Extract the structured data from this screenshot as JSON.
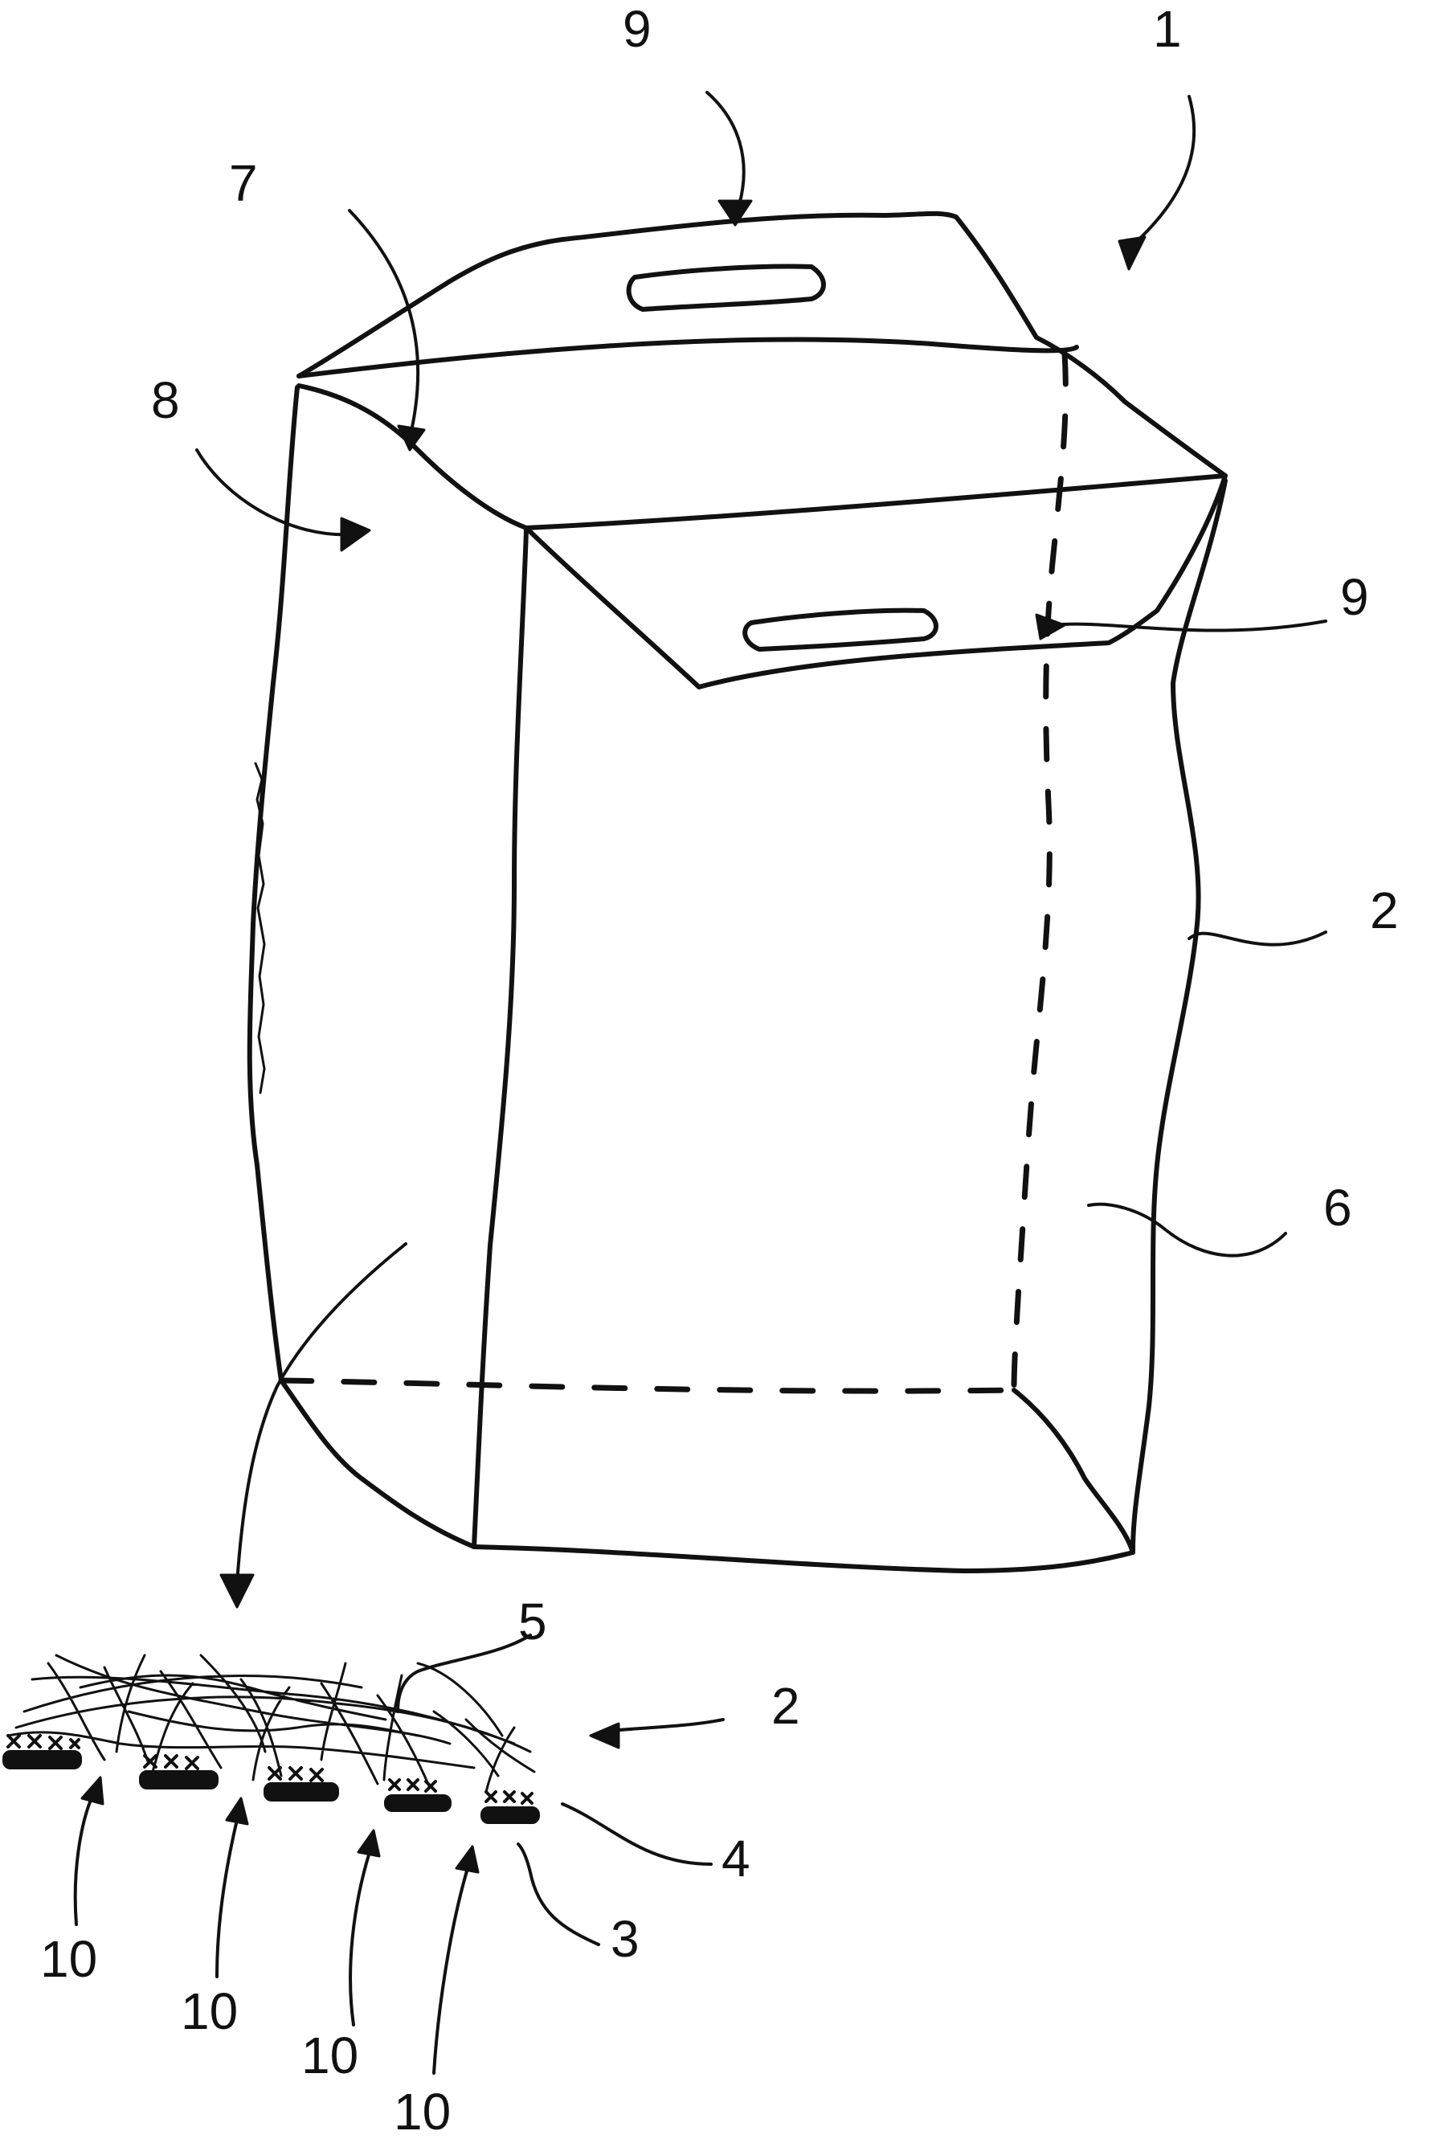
{
  "labels": {
    "bag": "1",
    "fabric_side": "2",
    "fabric_detail": "2",
    "backing_strip": "3",
    "stitches": "4",
    "fibers": "5",
    "front_panel": "6",
    "fold_edge": "7",
    "side_panel": "8",
    "handle_top": "9",
    "handle_front": "9",
    "gap_1": "10",
    "gap_2": "10",
    "gap_3": "10",
    "gap_4": "10"
  }
}
